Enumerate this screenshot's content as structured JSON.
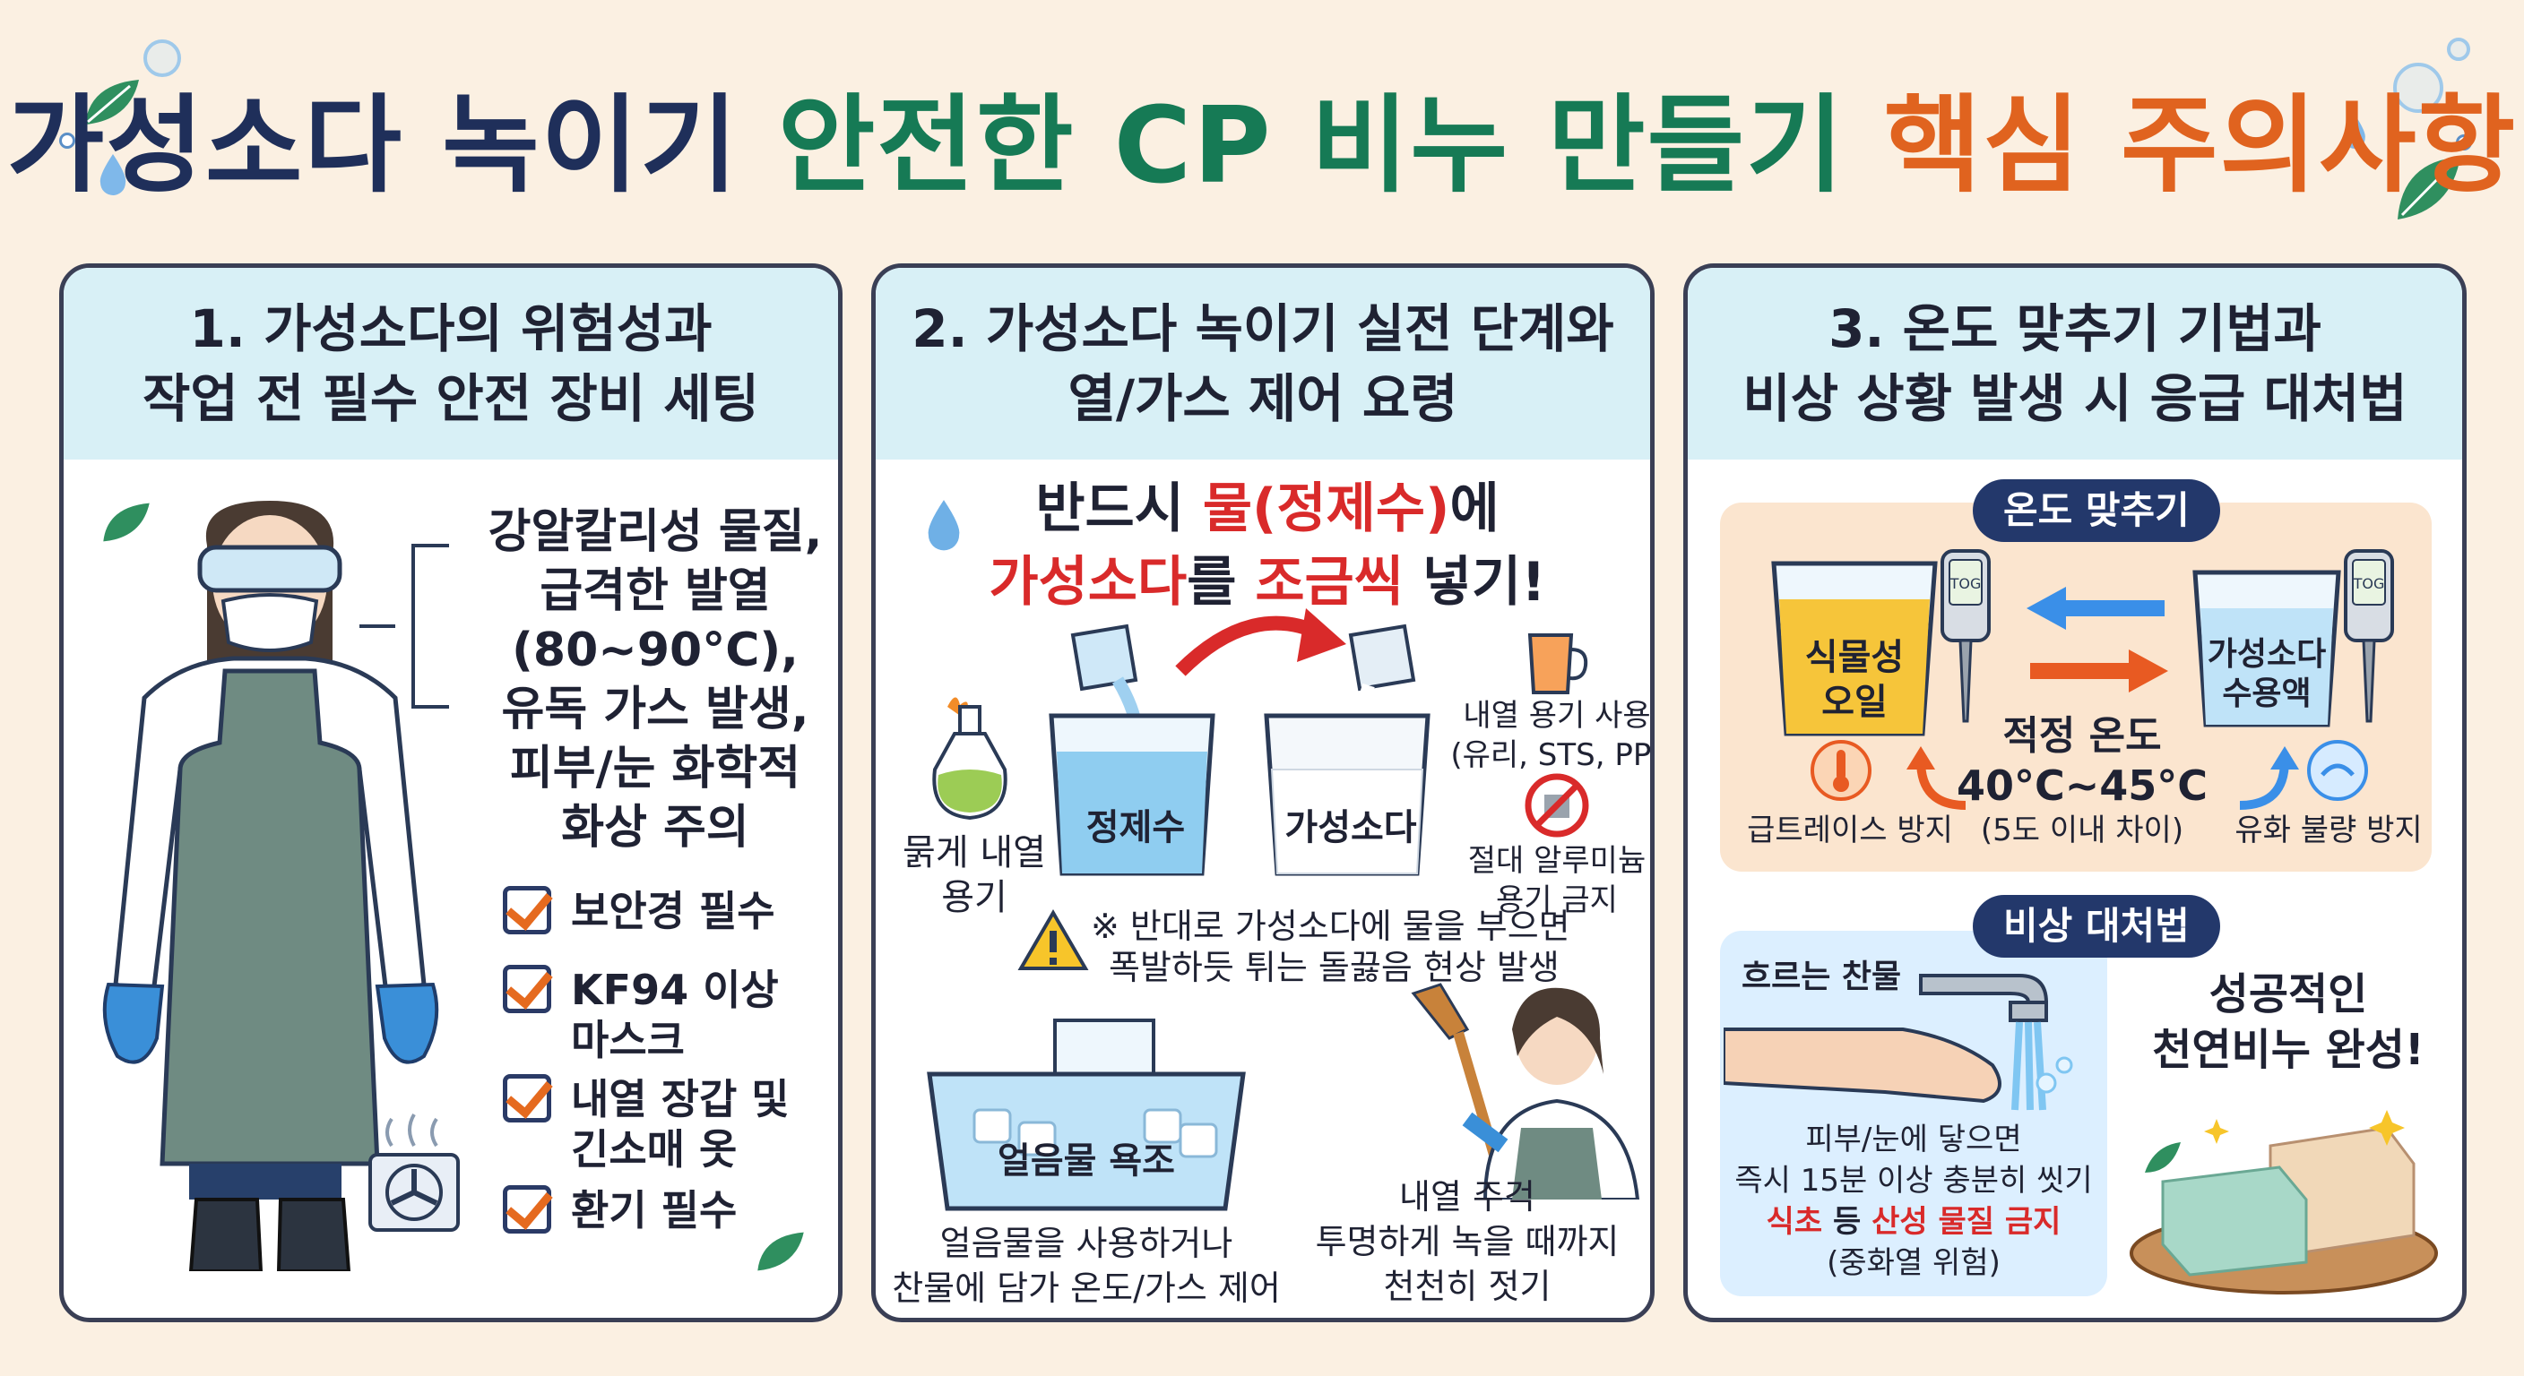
{
  "title": {
    "part1": "가성소다 녹이기 ",
    "part2": "안전한 CP 비누 만들기 ",
    "part3": "핵심 주의사항"
  },
  "colors": {
    "navy": "#1f2f5a",
    "green": "#167a55",
    "orange": "#e0631f",
    "red": "#d92a2a",
    "panel_head": "#d8f0f6"
  },
  "panel1": {
    "heading_line1": "1. 가성소다의 위험성과",
    "heading_line2": "작업 전 필수 안전 장비 세팅",
    "hazard_lines": [
      "강알칼리성 물질,",
      "급격한 발열",
      "(80~90°C),",
      "유독 가스 발생,",
      "피부/눈 화학적",
      "화상 주의"
    ],
    "checklist": [
      {
        "line1": "보안경 필수",
        "line2": ""
      },
      {
        "line1": "KF94 이상",
        "line2": "마스크"
      },
      {
        "line1": "내열 장갑 및",
        "line2": "긴소매 옷"
      },
      {
        "line1": "환기 필수",
        "line2": ""
      }
    ],
    "icons": [
      "person-ppe-illustration",
      "ventilation-fan-icon",
      "leaf-icon"
    ]
  },
  "panel2": {
    "heading_line1": "2. 가성소다 녹이기 실전 단계와",
    "heading_line2": "열/가스 제어 요령",
    "rule_line1_a": "반드시 ",
    "rule_line1_b": "물(정제수)",
    "rule_line1_c": "에",
    "rule_line2_a": "가성소다",
    "rule_line2_b": "를 ",
    "rule_line2_c": "조금씩",
    "rule_line2_d": " 넣기!",
    "oil_label_line1": "묽게 내열",
    "oil_label_line2": "용기",
    "beaker_water": "정제수",
    "beaker_lye": "가성소다",
    "heatproof_line1": "내열 용기 사용",
    "heatproof_line2": "(유리, STS, PP)",
    "noalu_line1": "절대 알루미늄",
    "noalu_line2": "용기 금지",
    "warning_line1": "※ 반대로 가성소다에 물을 부으면",
    "warning_line2": "폭발하듯 튀는 돌끓음 현상 발생",
    "icebath_label": "얼음물 욕조",
    "icebath_caption_line1": "얼음물을 사용하거나",
    "icebath_caption_line2": "찬물에 담가 온도/가스 제어",
    "stir_line1": "내열 주걱",
    "stir_line2": "투명하게 녹을 때까지",
    "stir_line3": "천천히 젓기"
  },
  "panel3": {
    "heading_line1": "3. 온도 맞추기 기법과",
    "heading_line2": "비상 상황 발생 시 응급 대처법",
    "temp_pill": "온도 맞추기",
    "oil_beaker_line1": "식물성",
    "oil_beaker_line2": "오일",
    "lye_beaker_line1": "가성소다",
    "lye_beaker_line2": "수용액",
    "thermometer_text": "TOG",
    "target_line1": "적정 온도",
    "target_line2": "40°C~45°C",
    "target_line3": "(5도 이내 차이)",
    "left_note": "급트레이스 방지",
    "right_note": "유화 불량 방지",
    "emergency_pill": "비상 대처법",
    "water_label": "흐르는 찬물",
    "emergency_line1": "피부/눈에 닿으면",
    "emergency_line2": "즉시 15분 이상 충분히 씻기",
    "emergency_line3_a": "식초",
    "emergency_line3_b": " 등 ",
    "emergency_line3_c": "산성 물질 금지",
    "emergency_line4": "(중화열 위험)",
    "success_line1": "성공적인",
    "success_line2": "천연비누 완성!"
  }
}
